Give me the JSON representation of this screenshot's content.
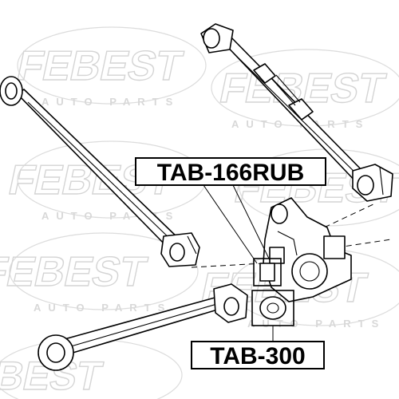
{
  "watermark": {
    "brand": "FEBEST",
    "sub": "AUTO PARTS"
  },
  "labels": {
    "upper": "TAB-166RUB",
    "lower": "TAB-300"
  }
}
